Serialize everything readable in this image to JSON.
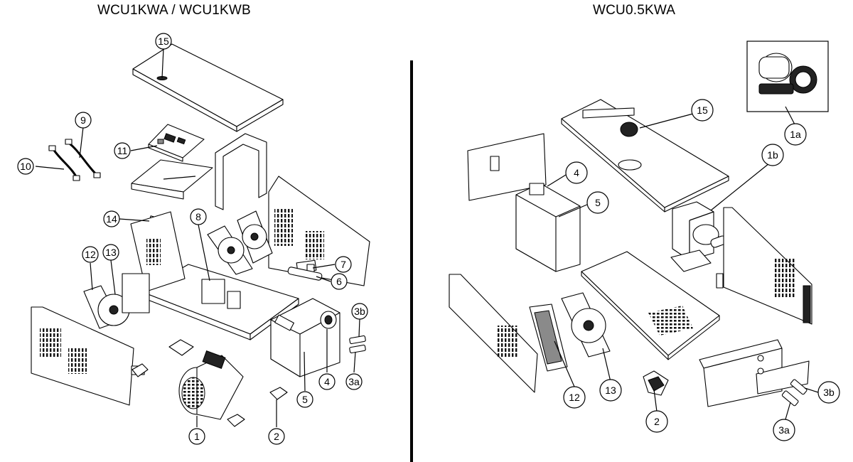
{
  "diagram": {
    "left_title": "WCU1KWA / WCU1KWB",
    "right_title": "WCU0.5KWA"
  },
  "callouts": {
    "left": [
      "15",
      "9",
      "11",
      "10",
      "14",
      "8",
      "12",
      "13",
      "7",
      "6",
      "3b",
      "3a",
      "4",
      "5",
      "1",
      "2"
    ],
    "right": [
      "15",
      "1a",
      "1b",
      "4",
      "5",
      "12",
      "13",
      "2",
      "3b",
      "3a"
    ]
  },
  "colors": {
    "line": "#000000",
    "background": "#ffffff"
  }
}
